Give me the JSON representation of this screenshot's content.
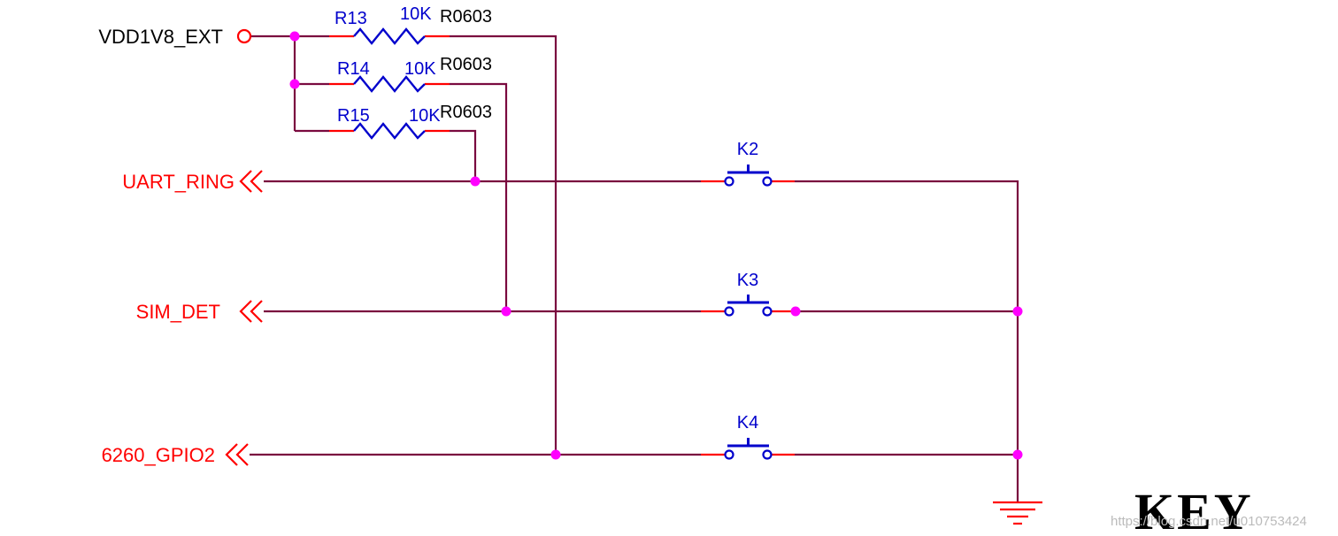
{
  "colors": {
    "wire": "#7a0a3f",
    "lead": "#ff0000",
    "component": "#0000cc",
    "junction": "#ff00ff",
    "net_label": "#ff0000",
    "black": "#000000",
    "ground": "#ff0000",
    "watermark": "#bbbbbb"
  },
  "power_net": "VDD1V8_EXT",
  "nets": {
    "uart_ring": "UART_RING",
    "sim_det": "SIM_DET",
    "gpio": "6260_GPIO2"
  },
  "resistors": [
    {
      "ref": "R13",
      "value": "10K",
      "footprint": "R0603"
    },
    {
      "ref": "R14",
      "value": "10K",
      "footprint": "R0603"
    },
    {
      "ref": "R15",
      "value": "10K",
      "footprint": "R0603"
    }
  ],
  "switches": [
    {
      "ref": "K2"
    },
    {
      "ref": "K3"
    },
    {
      "ref": "K4"
    }
  ],
  "title": "KEY",
  "watermark": "https://blog.csdn.net/u010753424"
}
